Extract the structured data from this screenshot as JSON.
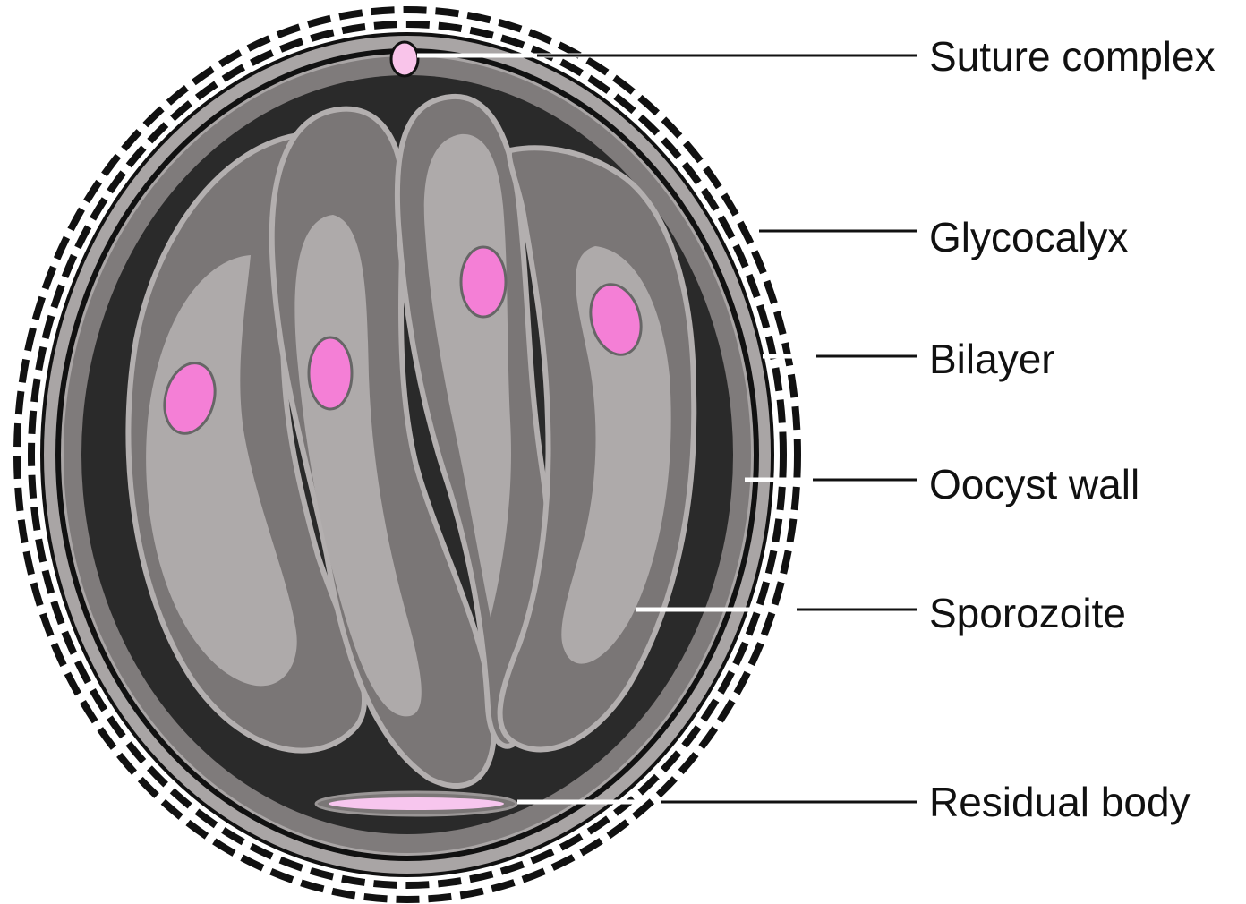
{
  "labels": {
    "suture_complex": "Suture complex",
    "glycocalyx": "Glycocalyx",
    "bilayer": "Bilayer",
    "oocyst_wall": "Oocyst wall",
    "sporozoite": "Sporozoite",
    "residual_body": "Residual body"
  },
  "colors": {
    "glycocalyx_dash": "#111111",
    "outer_layer": "#a9a5a5",
    "interior": "#2a2a2a",
    "sporozoite_dark": "#7a7676",
    "sporozoite_light": "#aeaaaa",
    "nucleus": "#f47fd6",
    "residual_body": "#f7c6ee",
    "leader_dark": "#111111",
    "leader_light": "#ffffff"
  }
}
